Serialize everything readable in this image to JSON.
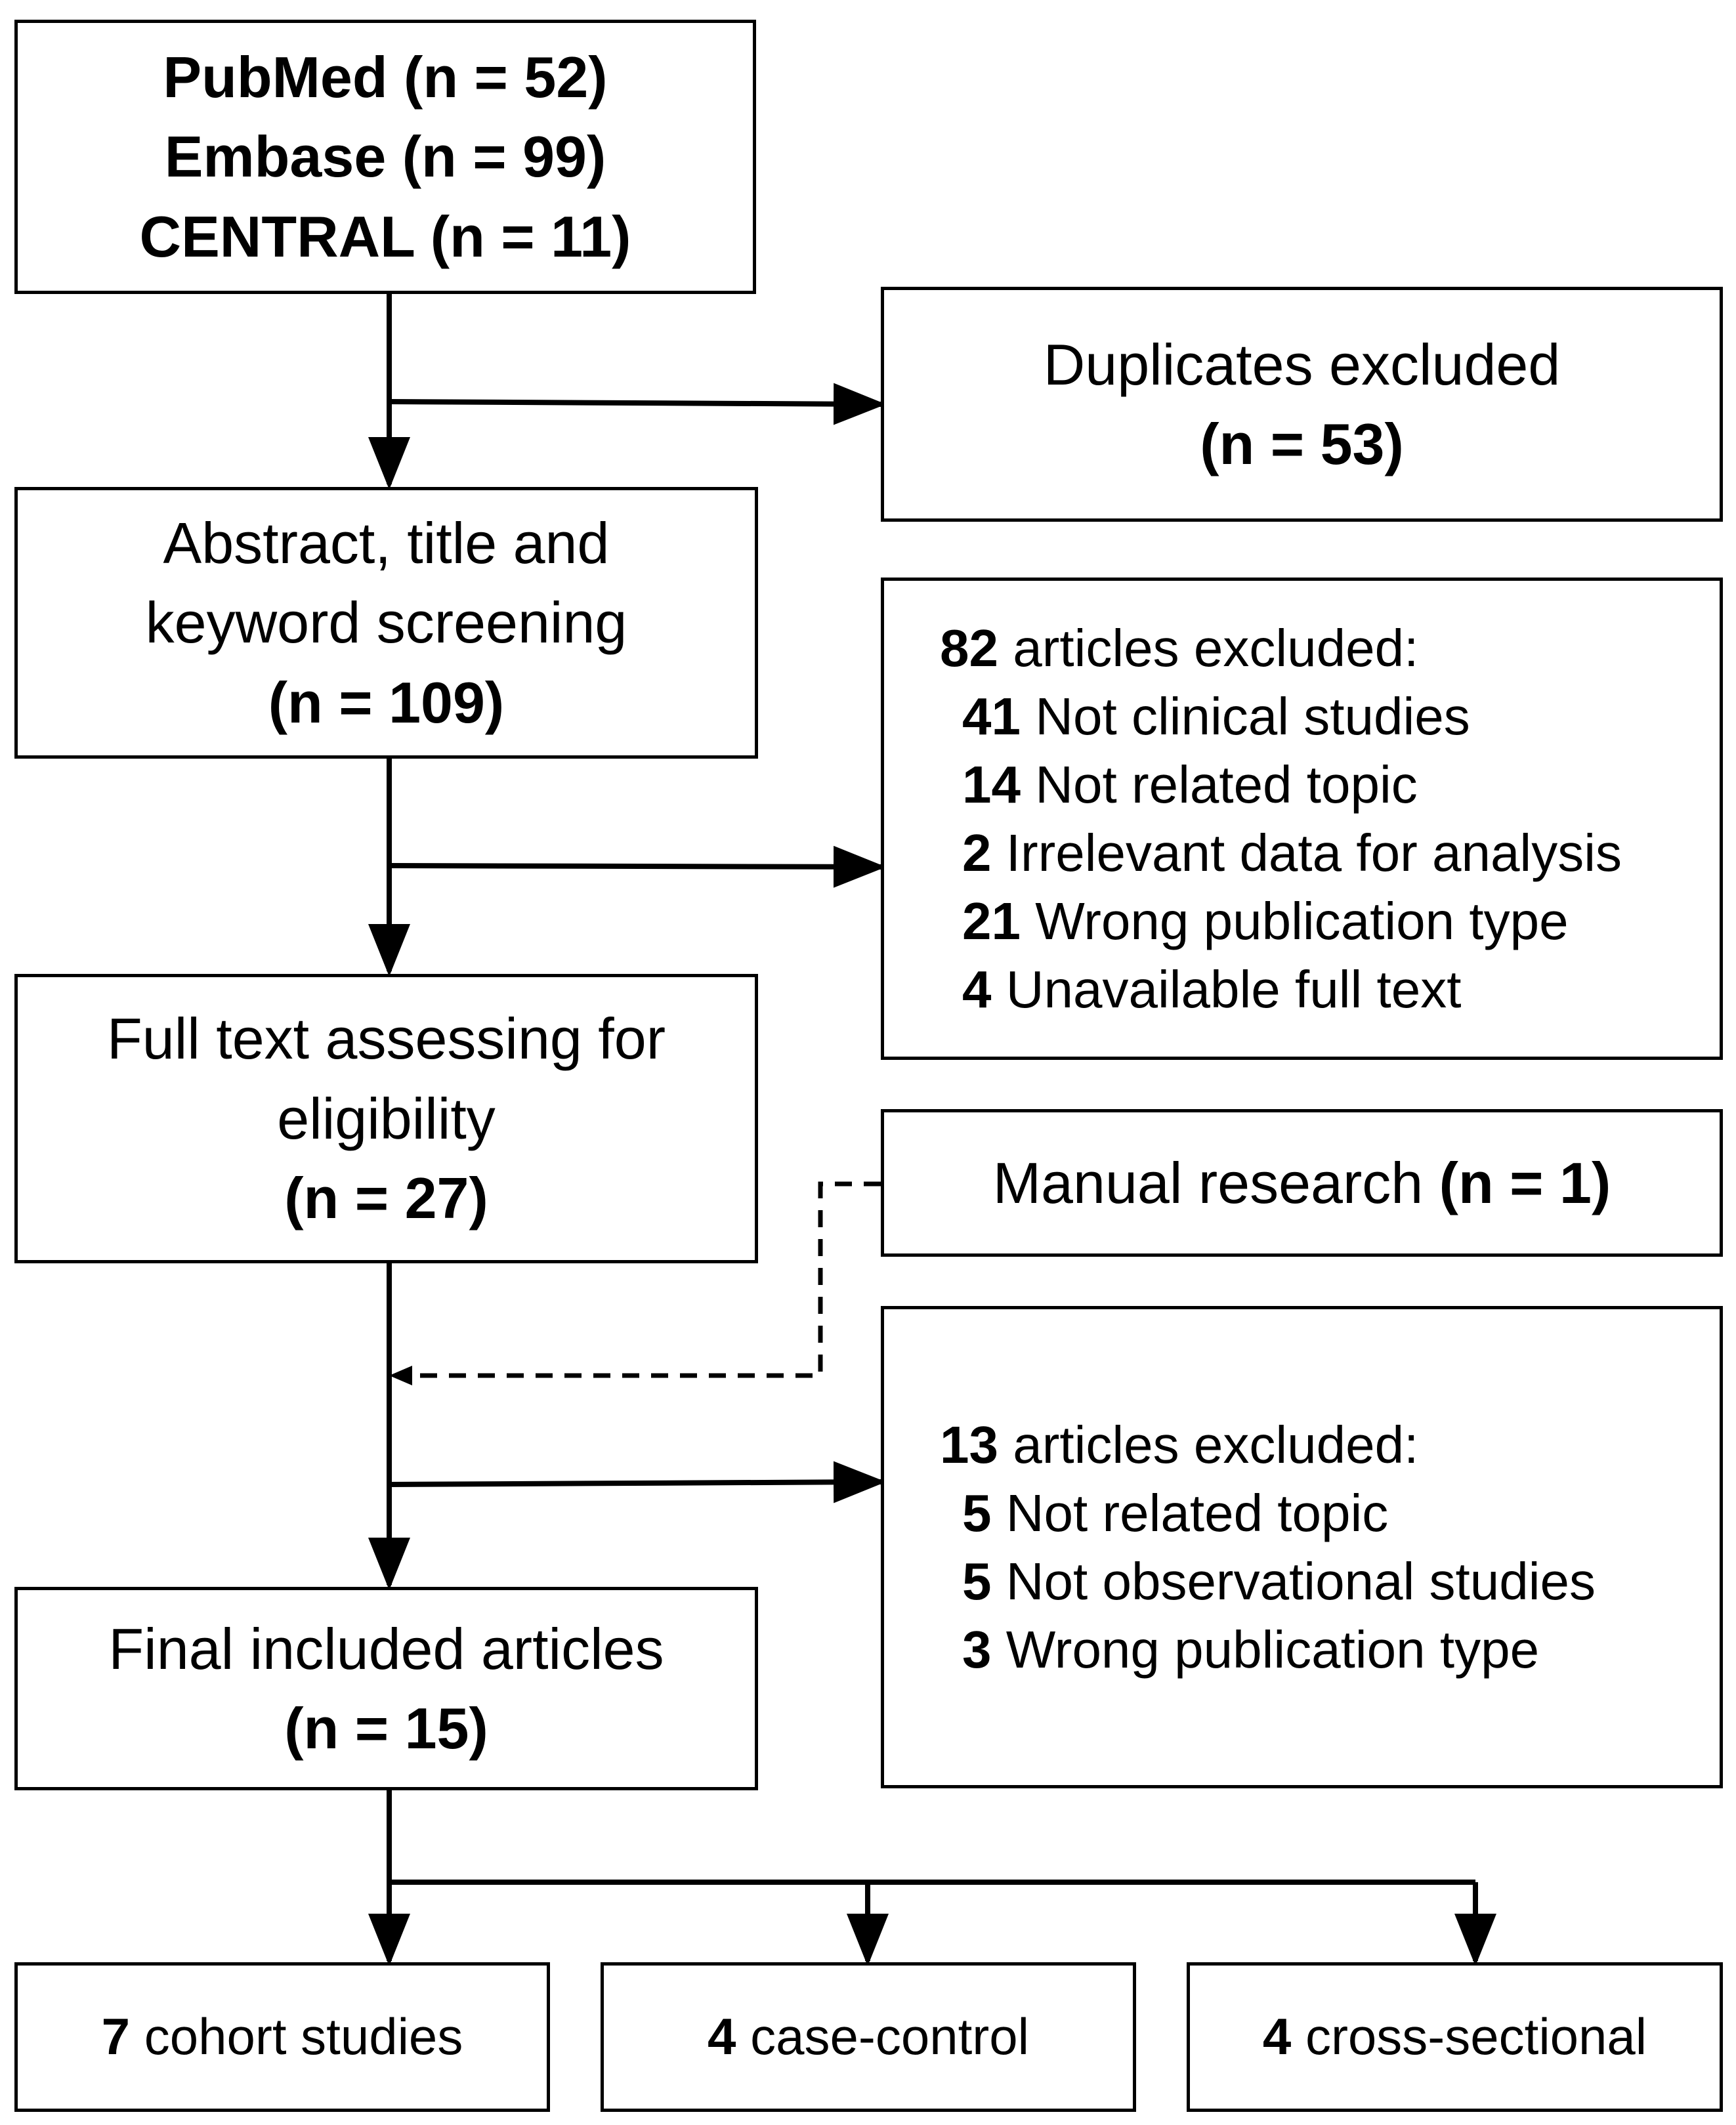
{
  "sources": {
    "pubmed": {
      "name": "PubMed",
      "count": "(n = 52)"
    },
    "embase": {
      "name": "Embase",
      "count": "(n = 99)"
    },
    "central": {
      "name": "CENTRAL",
      "count": "(n = 11)"
    }
  },
  "duplicates": {
    "label": "Duplicates excluded",
    "count": "(n = 53)"
  },
  "screening": {
    "line1": "Abstract, title and",
    "line2": "keyword screening",
    "count": "(n = 109)"
  },
  "screen_excluded": {
    "total": "82",
    "header": "articles excluded:",
    "items": [
      {
        "n": "41",
        "label": "Not clinical studies"
      },
      {
        "n": "14",
        "label": "Not related topic"
      },
      {
        "n": "2",
        "label": "Irrelevant data for analysis"
      },
      {
        "n": "21",
        "label": "Wrong publication type"
      },
      {
        "n": "4",
        "label": "Unavailable full text"
      }
    ]
  },
  "fulltext": {
    "line1": "Full text assessing for",
    "line2": "eligibility",
    "count": "(n = 27)"
  },
  "manual": {
    "label": "Manual research",
    "count": "(n = 1)"
  },
  "full_excluded": {
    "total": "13",
    "header": "articles excluded:",
    "items": [
      {
        "n": "5",
        "label": "Not related topic"
      },
      {
        "n": "5",
        "label": "Not observational studies"
      },
      {
        "n": "3",
        "label": "Wrong publication type"
      }
    ]
  },
  "final": {
    "label": "Final included articles",
    "count": "(n = 15)"
  },
  "designs": [
    {
      "n": "7",
      "label": "cohort studies"
    },
    {
      "n": "4",
      "label": "case-control"
    },
    {
      "n": "4",
      "label": "cross-sectional"
    }
  ]
}
